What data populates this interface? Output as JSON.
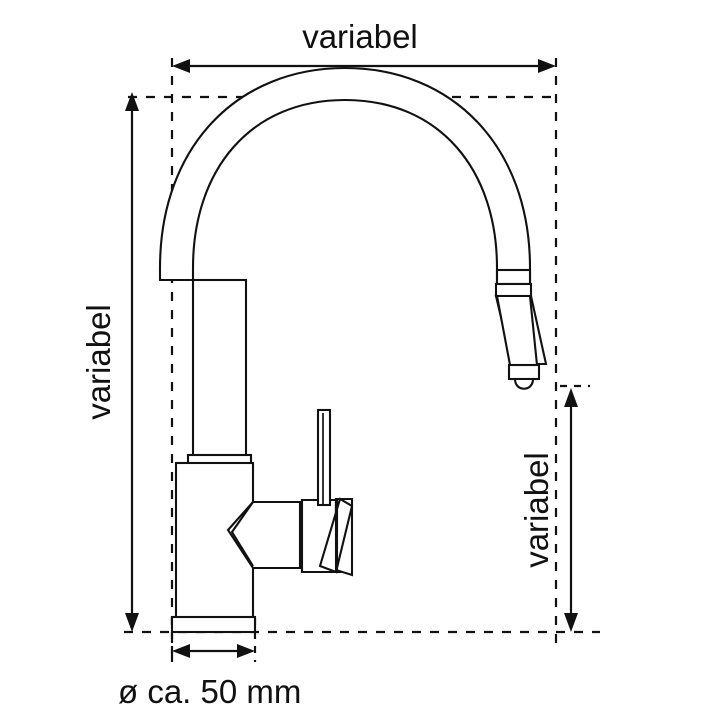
{
  "drawing": {
    "title": "Faucet technical dimension drawing",
    "product": "pull-down kitchen mixer tap",
    "units": "mm",
    "line_color": "#111111",
    "background_color": "#ffffff"
  },
  "dimensions": {
    "width_top": {
      "label": "variabel",
      "name": "top-width-dimension",
      "orientation": "horizontal",
      "position": "top"
    },
    "height_left": {
      "label": "variabel",
      "name": "left-height-dimension",
      "orientation": "vertical",
      "position": "left"
    },
    "height_right": {
      "label": "variabel",
      "name": "right-height-dimension",
      "orientation": "vertical",
      "position": "right"
    },
    "base_diameter": {
      "label": "ø ca. 50 mm",
      "name": "base-diameter-dimension",
      "orientation": "horizontal",
      "position": "bottom"
    }
  },
  "parts": [
    {
      "name": "gooseneck-arc",
      "description": "curved spout arc"
    },
    {
      "name": "riser-column",
      "description": "vertical riser tube"
    },
    {
      "name": "valve-body",
      "description": "lower cylindrical mixer body"
    },
    {
      "name": "lever-handle",
      "description": "side lever handle"
    },
    {
      "name": "spray-head",
      "description": "pull-down spray head"
    },
    {
      "name": "aerator",
      "description": "outlet aerator"
    },
    {
      "name": "base-plate",
      "description": "mounting base plate"
    }
  ]
}
